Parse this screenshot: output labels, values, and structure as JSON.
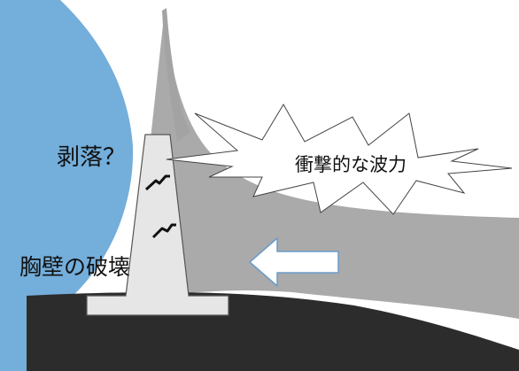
{
  "labels": {
    "spalling": "剥落？",
    "impact_wave_force": "衝撃的な波力",
    "wall_failure": "胸壁の破壊"
  },
  "colors": {
    "sea": "#74aedb",
    "wave_body": "#aaaaaa",
    "ground": "#2c2c2c",
    "wall": "#e6e6e6",
    "arrow_fill": "#ffffff",
    "arrow_stroke": "#6b9cc9"
  },
  "icons": {
    "crack": "crack-mark",
    "force_arrow": "left-arrow"
  }
}
